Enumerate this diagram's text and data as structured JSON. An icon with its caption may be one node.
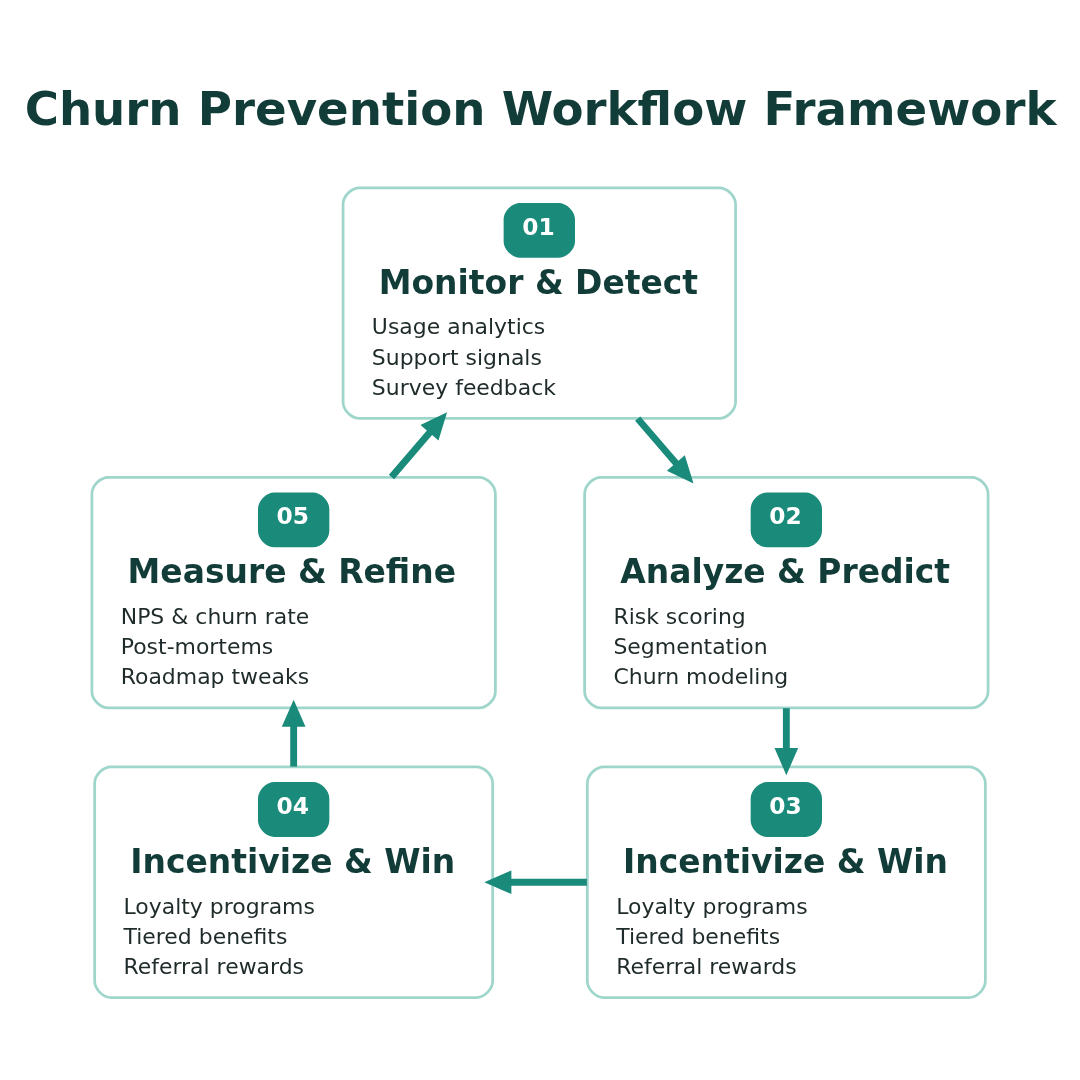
{
  "diagram": {
    "title": "Churn Prevention Workflow Framework",
    "nodes": [
      {
        "text": [
          "01",
          "Monitor & Detect",
          "Usage analytics",
          "Support signals",
          "Survey feedback"
        ]
      },
      {
        "text": [
          "02",
          "Analyze & Predict",
          "Risk scoring",
          "Segmentation",
          "Churn modeling"
        ]
      },
      {
        "text": [
          "03",
          "Incentivize & Win",
          "Loyalty programs",
          "Tiered benefits",
          "Referral rewards"
        ]
      },
      {
        "text": [
          "04",
          "Incentivize & Win",
          "Loyalty programs",
          "Tiered benefits",
          "Referral rewards"
        ]
      },
      {
        "text": [
          "05",
          "Measure & Refine",
          "NPS & churn rate",
          "Post-mortems",
          "Roadmap tweaks"
        ]
      }
    ],
    "edges": [
      {
        "from": 0,
        "to": 1,
        "arrow": "to"
      },
      {
        "from": 1,
        "to": 2,
        "arrow": "to"
      },
      {
        "from": 2,
        "to": 3,
        "arrow": "to"
      },
      {
        "from": 3,
        "to": 4,
        "arrow": "to"
      },
      {
        "from": 4,
        "to": 0,
        "arrow": "to"
      }
    ]
  }
}
